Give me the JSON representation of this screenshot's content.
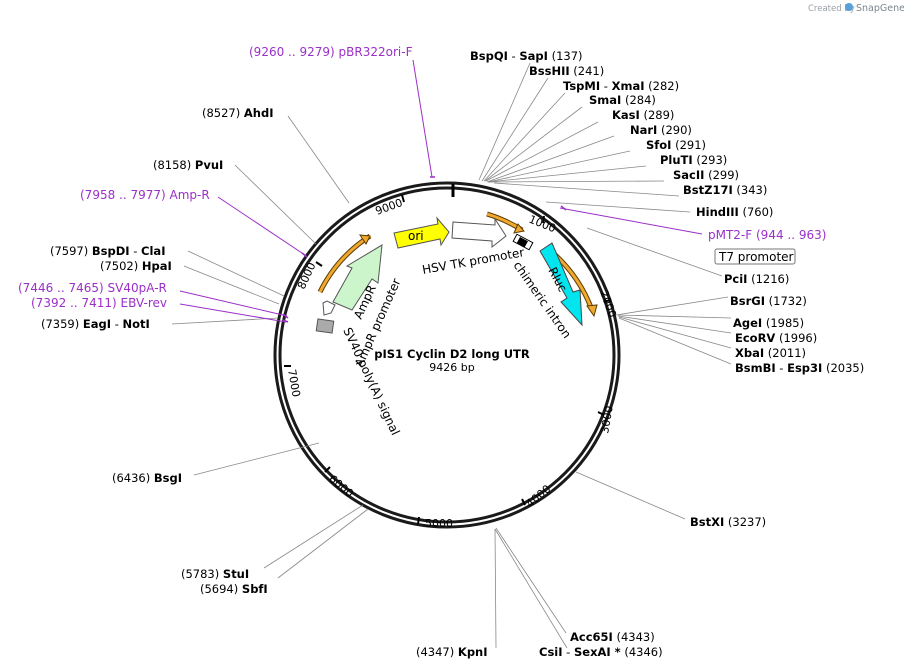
{
  "credit": {
    "prefix": "Created by",
    "brand": "SnapGene"
  },
  "plasmid": {
    "name": "pIS1 Cyclin D2 long UTR",
    "size": "9426 bp"
  },
  "ticks": [
    "1000",
    "2000",
    "3000",
    "4000",
    "5000",
    "6000",
    "7000",
    "8000",
    "9000"
  ],
  "enzymes": [
    {
      "name": "BspQI",
      "extra": "SapI",
      "pos": "(137)"
    },
    {
      "name": "BssHII",
      "pos": "(241)"
    },
    {
      "name": "TspMI",
      "extra": "XmaI",
      "pos": "(282)"
    },
    {
      "name": "SmaI",
      "pos": "(284)"
    },
    {
      "name": "KasI",
      "pos": "(289)"
    },
    {
      "name": "NarI",
      "pos": "(290)"
    },
    {
      "name": "SfoI",
      "pos": "(291)"
    },
    {
      "name": "PluTI",
      "pos": "(293)"
    },
    {
      "name": "SacII",
      "pos": "(299)"
    },
    {
      "name": "BstZ17I",
      "pos": "(343)"
    },
    {
      "name": "HindIII",
      "pos": "(760)"
    },
    {
      "name": "PciI",
      "pos": "(1216)"
    },
    {
      "name": "BsrGI",
      "pos": "(1732)"
    },
    {
      "name": "AgeI",
      "pos": "(1985)"
    },
    {
      "name": "EcoRV",
      "pos": "(1996)"
    },
    {
      "name": "XbaI",
      "pos": "(2011)"
    },
    {
      "name": "BsmBI",
      "extra": "Esp3I",
      "pos": "(2035)"
    },
    {
      "name": "BstXI",
      "pos": "(3237)"
    },
    {
      "name": "Acc65I",
      "pos": "(4343)"
    },
    {
      "name": "CsiI",
      "extra": "SexAI *",
      "pos": "(4346)"
    },
    {
      "name": "KpnI",
      "pos": "(4347)"
    },
    {
      "name": "SbfI",
      "pos": "(5694)"
    },
    {
      "name": "StuI",
      "pos": "(5783)"
    },
    {
      "name": "BsgI",
      "pos": "(6436)"
    },
    {
      "name": "EagI",
      "extra": "NotI",
      "pos": "(7359)"
    },
    {
      "name": "HpaI",
      "pos": "(7502)"
    },
    {
      "name": "BspDI",
      "extra": "ClaI",
      "pos": "(7597)"
    },
    {
      "name": "PvuI",
      "pos": "(8158)"
    },
    {
      "name": "AhdI",
      "pos": "(8527)"
    }
  ],
  "primers": [
    {
      "name": "pBR322ori-F",
      "range": "(9260 .. 9279)"
    },
    {
      "name": "Amp-R",
      "range": "(7958 .. 7977)"
    },
    {
      "name": "SV40pA-R",
      "range": "(7446 .. 7465)"
    },
    {
      "name": "EBV-rev",
      "range": "(7392 .. 7411)"
    },
    {
      "name": "pMT2-F",
      "range": "(944 .. 963)"
    }
  ],
  "features": {
    "ori": "ori",
    "rluc": "Rluc",
    "ampr": "AmpR",
    "ampr_promoter": "AmpR promoter",
    "hsv_tk_promoter": "HSV TK promoter",
    "chimeric_intron": "chimeric intron",
    "sv40_polya": "SV40 poly(A) signal",
    "t7_promoter": "T7 promoter"
  },
  "colors": {
    "ori": "#ffff00",
    "rluc": "#00e5ee",
    "ampr": "#ccf5cc",
    "promoter": "#ffffff",
    "polya": "#aaaaaa",
    "orf_arrow": "#f0a830",
    "primer": "#9b30c8",
    "brand": "#5aa0d8"
  }
}
